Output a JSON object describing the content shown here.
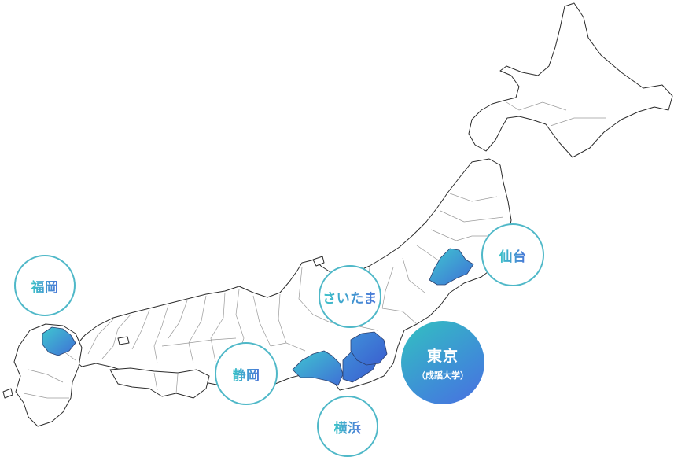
{
  "colors": {
    "accent_teal": "#3cc3c8",
    "accent_blue": "#4a74d8",
    "region_fill_start": "#3fc6d0",
    "region_fill_end": "#3f6fd6",
    "outline": "#2b2b2b"
  },
  "cities": [
    {
      "id": "fukuoka",
      "label": "福岡",
      "style": "ring"
    },
    {
      "id": "shizuoka",
      "label": "静岡",
      "style": "ring"
    },
    {
      "id": "saitama",
      "label": "さいたま",
      "style": "ring"
    },
    {
      "id": "yokohama",
      "label": "横浜",
      "style": "ring"
    },
    {
      "id": "sendai",
      "label": "仙台",
      "style": "ring"
    },
    {
      "id": "tokyo",
      "label": "東京",
      "sub": "（成蹊大学）",
      "style": "filled"
    }
  ]
}
